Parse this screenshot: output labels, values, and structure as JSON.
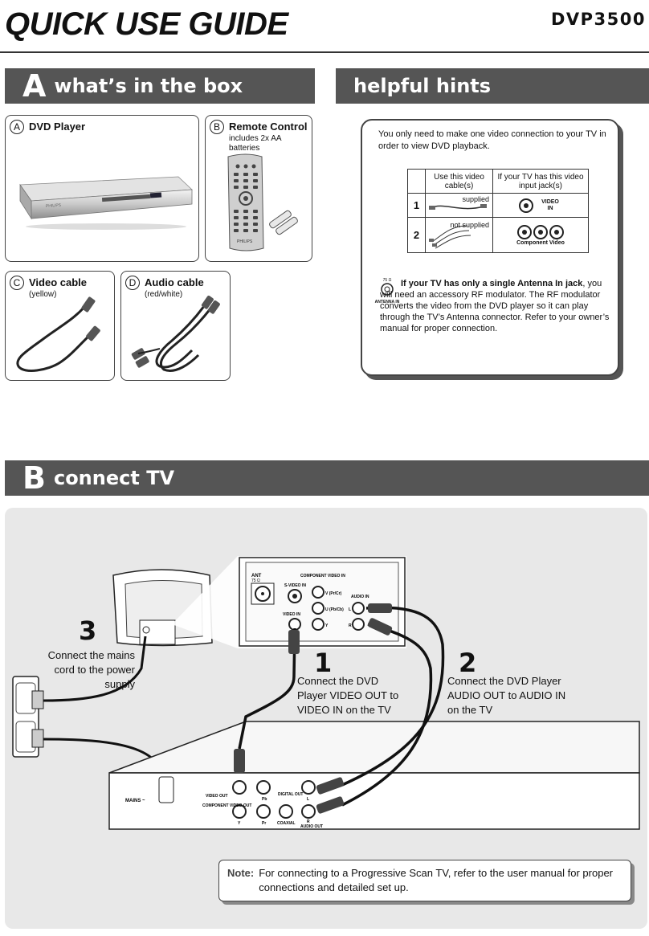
{
  "header": {
    "title": "QUICK USE GUIDE",
    "model": "DVP3500"
  },
  "sectionA": {
    "bar_letter": "A",
    "bar_text": "what’s in the box",
    "items": [
      {
        "letter": "A",
        "title": "DVD Player",
        "sub": ""
      },
      {
        "letter": "B",
        "title": "Remote Control",
        "sub": "includes 2x AA batteries"
      },
      {
        "letter": "C",
        "title": "Video cable",
        "sub": "(yellow)"
      },
      {
        "letter": "D",
        "title": "Audio cable",
        "sub": "(red/white)"
      }
    ],
    "brand": "PHILIPS"
  },
  "hints": {
    "bar_text": "helpful hints",
    "intro": "You only need to make one video connection to your TV in order to view DVD playback.",
    "table": {
      "col1": "Use this video cable(s)",
      "col2": "If your TV has this video input jack(s)",
      "rows": [
        {
          "num": "1",
          "cable": "supplied",
          "jack": "VIDEO IN"
        },
        {
          "num": "2",
          "cable": "not supplied",
          "jack": "Component Video"
        }
      ]
    },
    "antenna_label_top": "75 Ω",
    "antenna_label_bottom": "ANTENNA IN",
    "antenna_bold": "If your TV has only a single Antenna In jack",
    "antenna_rest": ", you will need an accessory RF modulator. The RF modulator converts the video from the DVD player so it can play through the TV’s Antenna connector. Refer to your owner’s manual for proper connection."
  },
  "sectionB": {
    "bar_letter": "B",
    "bar_text": "connect TV",
    "steps": [
      {
        "num": "3",
        "text": "Connect the mains cord to the power supply"
      },
      {
        "num": "1",
        "text": "Connect the DVD Player VIDEO OUT to VIDEO IN on the TV"
      },
      {
        "num": "2",
        "text": "Connect the DVD Player AUDIO OUT to AUDIO IN on the TV"
      }
    ],
    "tv_panel": {
      "ant": "ANT",
      "ant_ohm": "75 Ω",
      "component": "COMPONENT VIDEO IN",
      "svideo": "S-VIDEO IN",
      "video_in": "VIDEO IN",
      "v_label": "V (Pr/Cr)",
      "u_label": "U (Pb/Cb)",
      "y_label": "Y",
      "audio_in": "AUDIO IN",
      "l": "L",
      "r": "R"
    },
    "dvd_panel": {
      "mains": "MAINS ~",
      "video_out": "VIDEO OUT",
      "component_out": "COMPONENT VIDEO OUT",
      "digital_out": "DIGITAL OUT",
      "coaxial": "COAXIAL",
      "audio_out": "AUDIO OUT",
      "y": "Y",
      "pr": "Pr",
      "pb": "Pb",
      "l": "L",
      "r": "R"
    },
    "note_label": "Note:",
    "note_text": "For connecting to a Progressive Scan TV, refer to the user manual for proper connections and detailed set up."
  }
}
